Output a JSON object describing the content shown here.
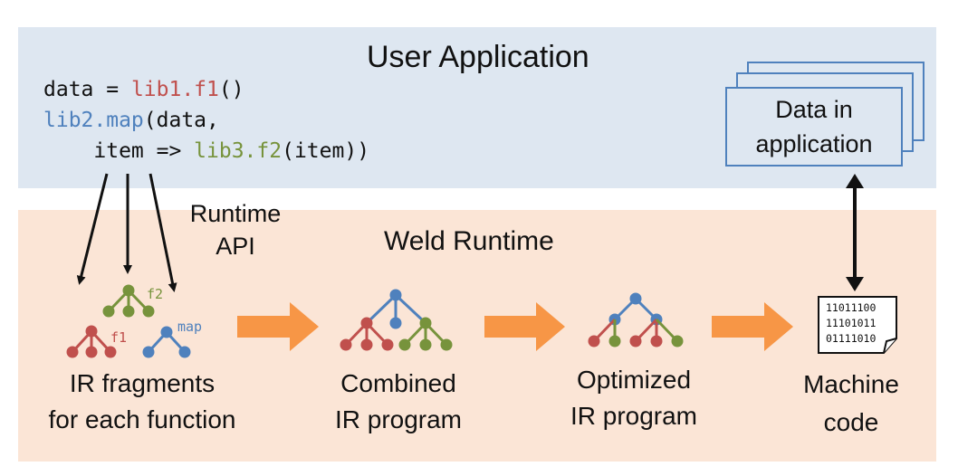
{
  "user_app": {
    "title": "User Application",
    "code_lines": [
      [
        {
          "t": "data = ",
          "c": ""
        },
        {
          "t": "lib1.f1",
          "c": "red"
        },
        {
          "t": "()",
          "c": ""
        }
      ],
      [
        {
          "t": "lib2.map",
          "c": "blue"
        },
        {
          "t": "(data,",
          "c": ""
        }
      ],
      [
        {
          "t": "    item => ",
          "c": ""
        },
        {
          "t": "lib3.f2",
          "c": "green"
        },
        {
          "t": "(item))",
          "c": ""
        }
      ]
    ],
    "data_box": {
      "line1": "Data in",
      "line2": "application"
    }
  },
  "weld": {
    "title": "Weld Runtime",
    "runtime_api": {
      "line1": "Runtime",
      "line2": "API"
    },
    "fragment_labels": {
      "f1": "f1",
      "f2": "f2",
      "map": "map"
    },
    "stages": [
      {
        "line1": "IR fragments",
        "line2": "for each function"
      },
      {
        "line1": "Combined",
        "line2": "IR program"
      },
      {
        "line1": "Optimized",
        "line2": "IR program"
      },
      {
        "line1": "Machine",
        "line2": "code"
      }
    ],
    "machine_bits": [
      "11011100",
      "11101011",
      "01111010"
    ]
  },
  "colors": {
    "red": "#c0504d",
    "blue": "#4f81bd",
    "green": "#77933c",
    "arrow_orange": "#f79646",
    "panel_blue": "#dee7f1",
    "panel_peach": "#fbe5d6"
  }
}
